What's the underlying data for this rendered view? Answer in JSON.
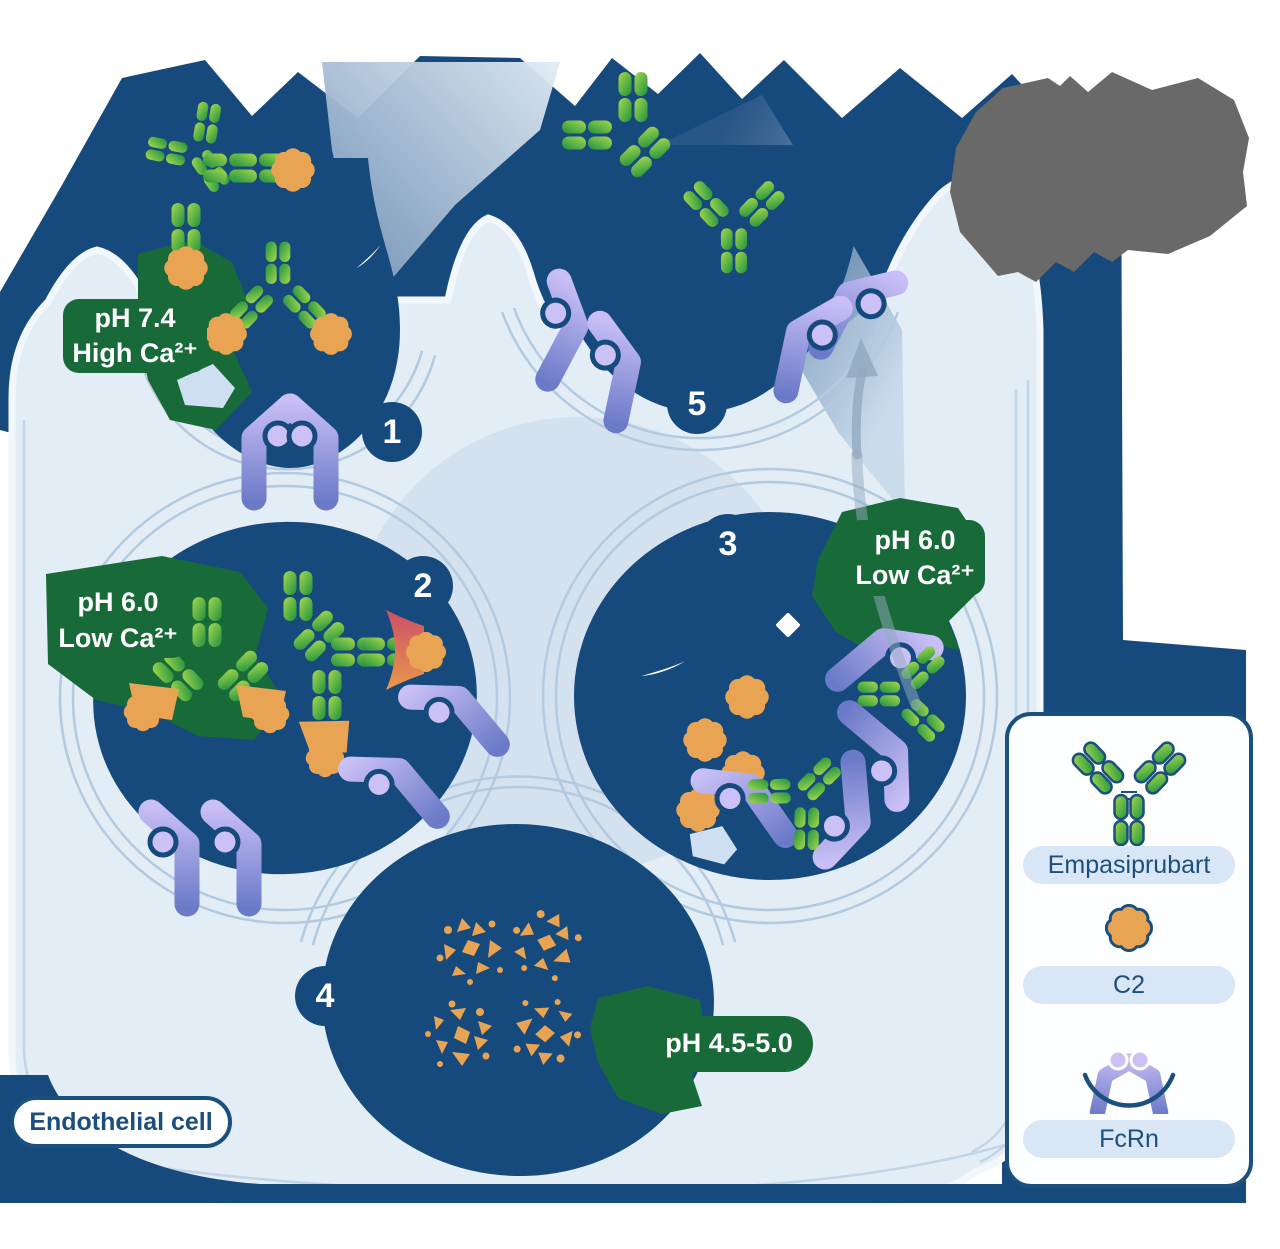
{
  "figure": {
    "cell_label": "Endothelial cell"
  },
  "steps": [
    {
      "number": "1",
      "ph_label": {
        "line1": "pH 7.4",
        "line2": "High Ca²⁺"
      }
    },
    {
      "number": "2",
      "ph_label": {
        "line1": "pH 6.0",
        "line2": "Low Ca²⁺"
      }
    },
    {
      "number": "3",
      "ph_label": {
        "line1": "pH 6.0",
        "line2": "Low Ca²⁺"
      }
    },
    {
      "number": "4",
      "ph_label": {
        "line1": "pH 4.5-5.0",
        "line2": ""
      }
    },
    {
      "number": "5"
    }
  ],
  "legend": {
    "items": [
      {
        "icon": "antibody-icon",
        "label": "Empasiprubart"
      },
      {
        "icon": "c2-icon",
        "label": "C2"
      },
      {
        "icon": "fcrn-icon",
        "label": "FcRn"
      }
    ]
  },
  "colors": {
    "membrane_navy": "#174A7C",
    "cytoplasm_light_blue": "#E3EDF6",
    "label_green": "#186B39",
    "antibody_green": "#2D9643",
    "c2_orange": "#E9A453",
    "fcrn_purple": "#8F92DC",
    "annotation_gray": "#696969",
    "legend_text_navy": "#1B4F7E"
  }
}
